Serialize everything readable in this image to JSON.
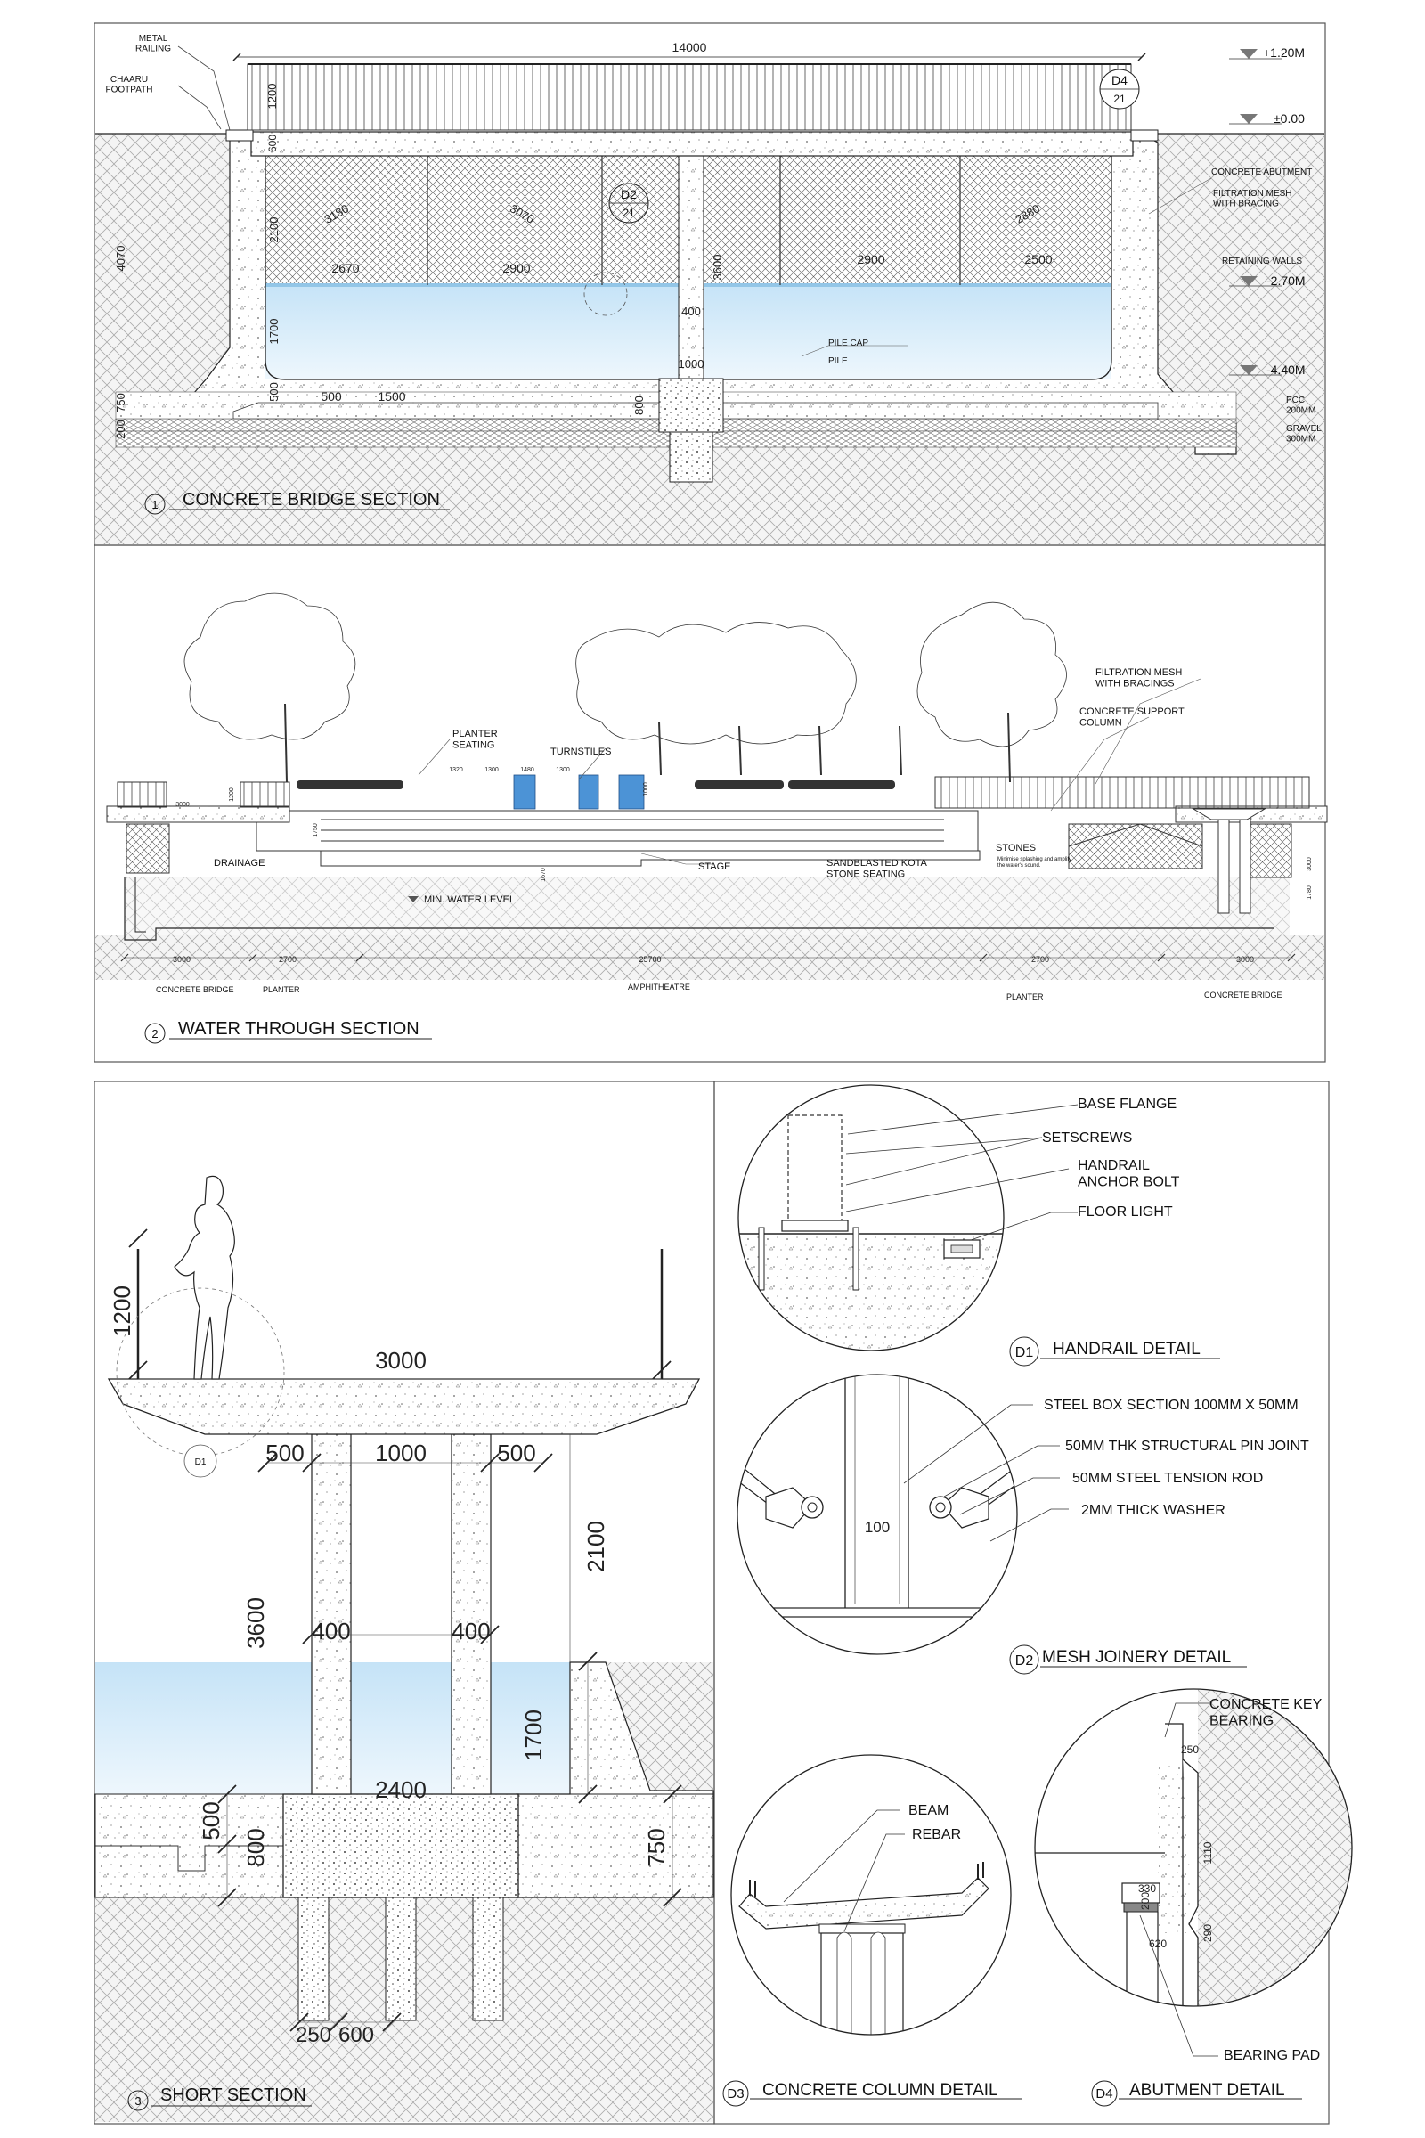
{
  "sheet": {
    "colors": {
      "water_top": "#c5e3f7",
      "water_bottom": "#eef7fd",
      "line": "#1a1a1a",
      "hatch": "#9a9a9a",
      "mid": "#666666"
    }
  },
  "section1": {
    "number": "1",
    "title": "CONCRETE BRIDGE SECTION",
    "labels": {
      "metal_railing": "METAL\nRAILING",
      "footpath": "CHAARU\nFOOTPATH",
      "abutment": "CONCRETE ABUTMENT",
      "mesh": "FILTRATION MESH\nWITH BRACING",
      "retaining": "RETAINING WALLS",
      "pile_cap": "PILE CAP",
      "pile": "PILE",
      "pcc": "PCC\n200MM",
      "gravel": "GRAVEL\n300MM"
    },
    "levels": [
      "+1.20M",
      "±0.00",
      "-2.70M",
      "-4.40M"
    ],
    "callouts": {
      "d4": "D4",
      "d4_sheet": "21",
      "d2": "D2",
      "d2_sheet": "21"
    },
    "dims": {
      "span": "14000",
      "railing_h": "1200",
      "deck": "600",
      "mesh_h": "2100",
      "total_h": "4070",
      "water_h": "1700",
      "base_l": "500",
      "base_b": "750",
      "base_c": "200",
      "w500": "500",
      "w1500": "1500",
      "col_h": "3600",
      "col_w": "400",
      "cap_w": "1000",
      "cap_h": "800",
      "bay_a": "2670",
      "bay_b": "2900",
      "bay_c": "2900",
      "bay_d": "2500",
      "diag_a": "3180",
      "diag_b": "3070",
      "diag_c": "2880"
    }
  },
  "section2": {
    "number": "2",
    "title": "WATER THROUGH SECTION",
    "labels": {
      "planter_seating": "PLANTER\nSEATING",
      "turnstiles": "TURNSTILES",
      "mesh": "FILTRATION MESH\nWITH BRACINGS",
      "support": "CONCRETE SUPPORT\nCOLUMN",
      "drainage": "DRAINAGE",
      "stage": "STAGE",
      "kota": "SANDBLASTED KOTA\nSTONE SEATING",
      "stones": "STONES",
      "stones_note": "Minimise splashing and amplify\nthe water's sound.",
      "min_water": "MIN. WATER LEVEL"
    },
    "zones": [
      "CONCRETE BRIDGE",
      "PLANTER",
      "AMPHITHEATRE",
      "PLANTER",
      "CONCRETE BRIDGE"
    ],
    "zone_dims": [
      "3000",
      "2700",
      "25700",
      "2700",
      "3000"
    ],
    "small_dims": [
      "1320",
      "1300",
      "1480",
      "1300",
      "1000",
      "1200",
      "1750",
      "3000",
      "1670",
      "1780",
      "3000"
    ]
  },
  "section3": {
    "number": "3",
    "title": "SHORT SECTION",
    "callout": "D1",
    "dims": {
      "rail_h": "1200",
      "deck_w": "3000",
      "cant_l": "500",
      "gap": "1000",
      "cant_r": "500",
      "col_h": "3600",
      "mesh_h": "2100",
      "col_l": "400",
      "col_r": "400",
      "water_h": "1700",
      "inner": "2400",
      "base": "500",
      "cap": "800",
      "wall": "750",
      "pile_a": "250",
      "pile_b": "600"
    }
  },
  "details": {
    "d1": {
      "tag": "D1",
      "title": "HANDRAIL DETAIL",
      "labels": [
        "BASE FLANGE",
        "SETSCREWS",
        "HANDRAIL\nANCHOR BOLT",
        "FLOOR LIGHT"
      ]
    },
    "d2": {
      "tag": "D2",
      "title": "MESH JOINERY DETAIL",
      "labels": [
        "STEEL BOX SECTION 100MM X 50MM",
        "50MM THK STRUCTURAL PIN JOINT",
        "50MM STEEL TENSION ROD",
        "2MM THICK WASHER"
      ],
      "dim": "100"
    },
    "d3": {
      "tag": "D3",
      "title": "CONCRETE COLUMN DETAIL",
      "labels": [
        "BEAM",
        "REBAR"
      ]
    },
    "d4": {
      "tag": "D4",
      "title": "ABUTMENT DETAIL",
      "labels": [
        "CONCRETE KEY\nBEARING",
        "BEARING PAD"
      ],
      "dims": [
        "250",
        "1110",
        "330",
        "200",
        "620",
        "290"
      ]
    }
  }
}
